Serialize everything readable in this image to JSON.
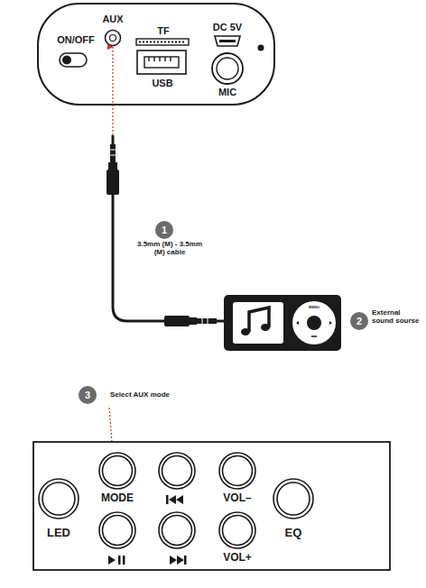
{
  "diagram": {
    "labels": [
      "AUX",
      "ON/OFF",
      "TF",
      "DC 5V",
      "USB",
      "MIC",
      "1",
      "3.5mm (M) - 3.5mm (M) cable",
      "MENU",
      "2",
      "External sound sourse",
      "3",
      "Select AUX mode",
      "MODE",
      "VOL–",
      "LED",
      "EQ",
      "VOL+"
    ]
  }
}
